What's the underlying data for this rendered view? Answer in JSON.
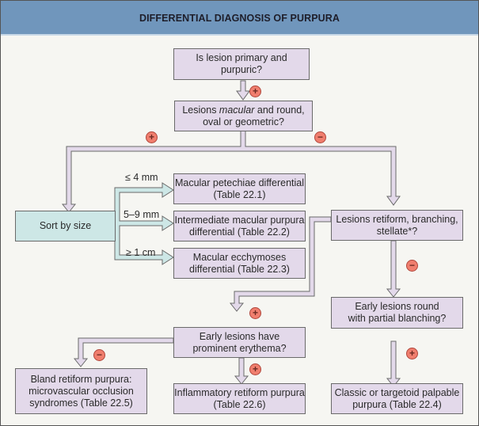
{
  "header": {
    "title": "DIFFERENTIAL DIAGNOSIS OF PURPURA"
  },
  "nodes": {
    "primary_purpuric": "Is lesion primary and purpuric?",
    "macular_round_pre": "Lesions ",
    "macular_round_em": "macular",
    "macular_round_post": " and round,\noval or geometric?",
    "sort_by_size": "Sort by size",
    "petechiae": "Macular petechiae differential\n(Table 22.1)",
    "intermediate": "Intermediate macular purpura\ndifferential (Table 22.2)",
    "ecchymoses": "Macular ecchymoses\ndifferential (Table 22.3)",
    "retiform": "Lesions retiform, branching,\nstellate*?",
    "early_round": "Early lesions round\nwith partial blanching?",
    "erythema": "Early lesions have\nprominent erythema?",
    "bland": "Bland retiform purpura:\nmicrovascular occlusion\nsyndromes (Table 22.5)",
    "inflammatory": "Inflammatory retiform purpura\n(Table 22.6)",
    "classic": "Classic or targetoid palpable\npurpura (Table 22.4)"
  },
  "size_labels": {
    "small": "≤ 4 mm",
    "medium": "5–9 mm",
    "large": "≥ 1 cm"
  },
  "signs": {
    "plus": "+",
    "minus": "−"
  },
  "colors": {
    "header": "#7096bc",
    "question_box": "#e3d9ea",
    "sort_box": "#cde7e6",
    "badge": "#f07e6e"
  }
}
